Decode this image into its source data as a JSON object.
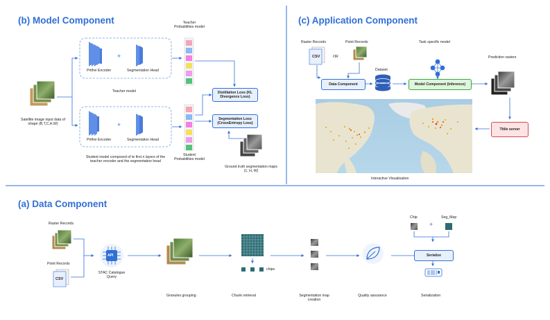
{
  "colors": {
    "accent": "#2f6fd6",
    "accent_light": "#e8f0fd",
    "green_box": "#dff5dd",
    "green_border": "#3aa53a",
    "red_box": "#fde3e3",
    "red_border": "#d54b4b"
  },
  "model_component": {
    "title": "(b) Model Component",
    "input_caption": "Satellite image input data of shape (B,T,C,H,W)",
    "teacher": {
      "encoder": "Prithvi Encoder",
      "head": "Segmentation Head",
      "caption": "Teacher model",
      "probs": "Teacher Probabilities model"
    },
    "student": {
      "encoder": "Prithvi Encoder",
      "head": "Segmentation Head",
      "caption": "Student model composed of te first n layers of the teacher encoder and the segmentation head",
      "probs": "Student Probabilities model"
    },
    "distillation_loss": "Distillation Loss (KL Divergence Loss)",
    "segmentation_loss": "Segmentation Loss (CrossEntropy Loss)",
    "ground_truth": "Ground truth segmentation maps (1, H, W)",
    "plus": "+"
  },
  "application_component": {
    "title": "(c) Application Component",
    "raster_records": "Raster Records",
    "or": "OR",
    "point_records": "Point Records",
    "csv": "CSV",
    "task_model": "Task specific model",
    "dataset": "Dataset",
    "data_component": "Data Component",
    "model_component": "Model Component (Inference)",
    "prediction_rasters": "Prediction rasters",
    "titiler": "Titile server",
    "interactive": "Interactive Visualisation"
  },
  "data_component": {
    "title": "(a) Data Component",
    "raster_records": "Raster Records",
    "point_records": "Point Records",
    "csv": "CSV",
    "api": "API",
    "stac": "STAC Catalogue Query",
    "granules": "Granules grouping",
    "chunk": "Chunk retrieval",
    "chips": "chips",
    "segmap_creation": "Segmentation map creation",
    "quality": "Quality assurance",
    "chip": "Chip",
    "plus": "+",
    "seg_map": "Seg_Map",
    "serialize": "Serialize",
    "serialization": "Serialization"
  }
}
